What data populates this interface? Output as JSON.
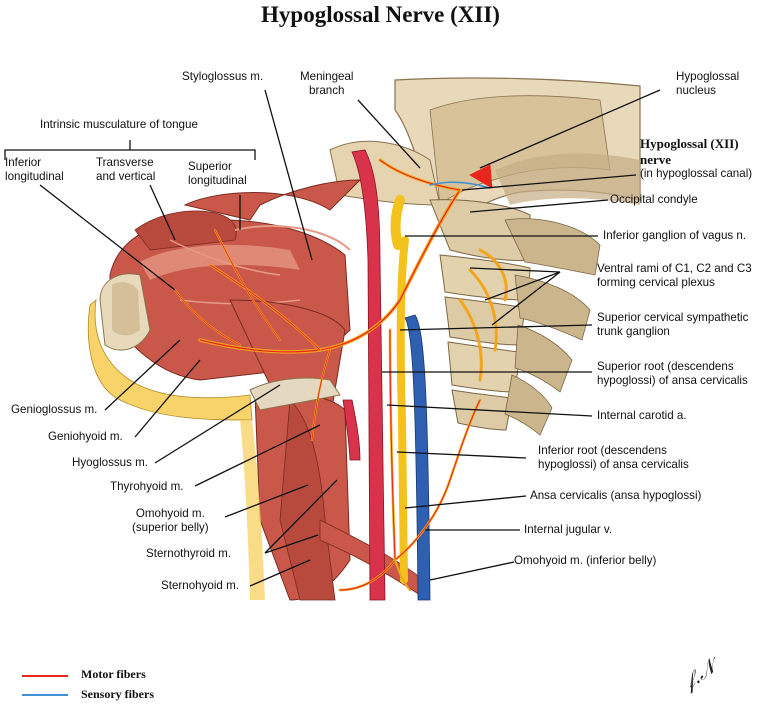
{
  "title": "Hypoglossal Nerve (XII)",
  "labels": {
    "styloglossus": "Styloglossus m.",
    "meningeal": "Meningeal\nbranch",
    "hypoglossal_nucleus": "Hypoglossal\nnucleus",
    "hypoglossal_nerve_title": "Hypoglossal (XII)\nnerve",
    "hypoglossal_nerve_sub": "(in hypoglossal canal)",
    "intrinsic": "Intrinsic musculature of tongue",
    "inferior_longitudinal": "Inferior\nlongitudinal",
    "transverse": "Transverse\nand vertical",
    "superior_longitudinal": "Superior\nlongitudinal",
    "occipital_condyle": "Occipital condyle",
    "inferior_ganglion": "Inferior ganglion of vagus n.",
    "ventral_rami": "Ventral rami of C1, C2 and C3\nforming cervical plexus",
    "sympathetic": "Superior cervical sympathetic\ntrunk ganglion",
    "superior_root": "Superior root (descendens\nhypoglossi) of ansa cervicalis",
    "internal_carotid": "Internal carotid a.",
    "inferior_root": "Inferior root (descendens\nhypoglossi) of ansa cervicalis",
    "ansa": "Ansa cervicalis (ansa hypoglossi)",
    "internal_jugular": "Internal jugular v.",
    "omohyoid_inferior": "Omohyoid m. (inferior belly)",
    "genioglossus": "Genioglossus m.",
    "geniohyoid": "Geniohyoid m.",
    "hyoglossus": "Hyoglossus m.",
    "thyrohyoid": "Thyrohyoid m.",
    "omohyoid_superior": "Omohyoid m.\n(superior belly)",
    "sternothyroid": "Sternothyroid m.",
    "sternohyoid": "Sternohyoid m."
  },
  "legend": [
    {
      "label": "Motor fibers",
      "color": "#e8261e"
    },
    {
      "label": "Sensory fibers",
      "color": "#3d8fd6"
    }
  ],
  "colors": {
    "muscle": "#c9584a",
    "muscle_light": "#e69a86",
    "nerve": "#f3a51c",
    "artery": "#d8334a",
    "vein": "#2f5fb0",
    "bone": "#e8d9bb",
    "bone_shadow": "#b9a17a",
    "skin": "#f7d36a"
  }
}
